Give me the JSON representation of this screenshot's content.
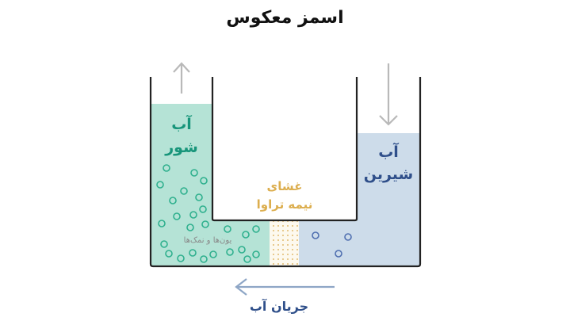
{
  "title": "اسمز معکوس",
  "labels": {
    "salt_water_line1": "آب",
    "salt_water_line2": "شور",
    "fresh_water_line1": "آب",
    "fresh_water_line2": "شیرین",
    "membrane_line1": "غشای",
    "membrane_line2": "نیمه تراوا",
    "ions": "یون‌ها و نمک‌ها",
    "water_flow": "جریان آب"
  },
  "colors": {
    "salt_water": "#b5e3d6",
    "fresh_water": "#cddcea",
    "salt_text": "#17957a",
    "fresh_text": "#2f4f8a",
    "membrane_text": "#dcae4e",
    "flow_arrow": "#8ea6c6",
    "pressure_arrow": "#b9b9b9"
  }
}
